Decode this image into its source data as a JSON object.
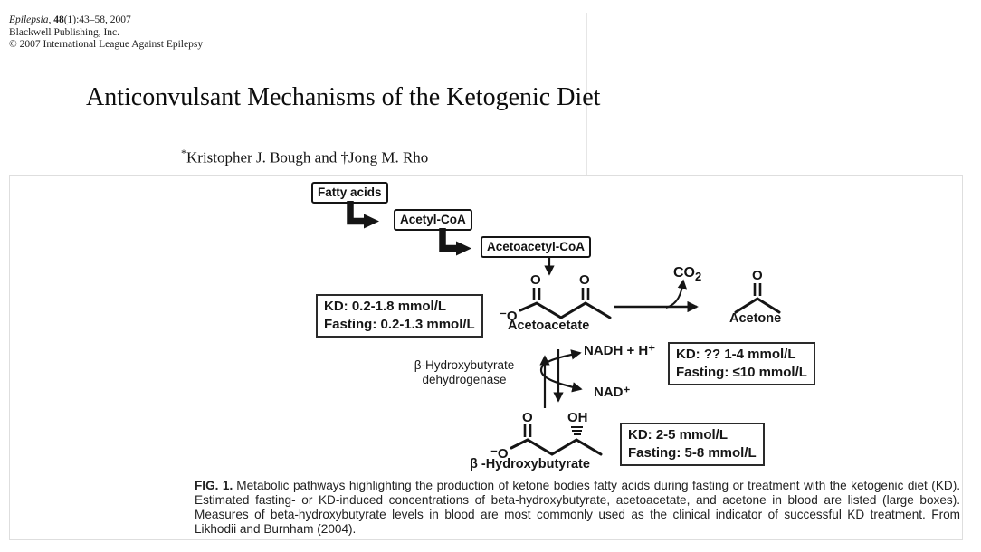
{
  "paper": {
    "journal_italic": "Epilepsia,",
    "journal_bold": " 48",
    "journal_rest": "(1):43–58, 2007",
    "publisher": "Blackwell Publishing, Inc.",
    "copyright": "© 2007 International League Against Epilepsy",
    "title": "Anticonvulsant Mechanisms of the Ketogenic Diet",
    "authors_marker": "*",
    "authors": "Kristopher J. Bough and †Jong M. Rho"
  },
  "figure": {
    "pathway_nodes": {
      "fatty_acids": "Fatty acids",
      "acetyl_coa": "Acetyl-CoA",
      "acetoacetyl_coa": "Acetoacetyl-CoA"
    },
    "molecules": {
      "acetoacetate": "Acetoacetate",
      "acetone": "Acetone",
      "beta_hydroxybutyrate": "β -Hydroxybutyrate",
      "co2_base": "CO",
      "co2_sub": "2"
    },
    "atoms": {
      "o_minus": "⁻O",
      "o": "O",
      "oh": "OH"
    },
    "enzyme_line1": "β-Hydroxybutyrate",
    "enzyme_line2": "dehydrogenase",
    "cofactors": {
      "nadh": "NADH + H⁺",
      "nad": "NAD⁺"
    },
    "concentration_boxes": {
      "acetoacetate": {
        "kd": "KD: 0.2-1.8 mmol/L",
        "fasting": "Fasting: 0.2-1.3 mmol/L"
      },
      "acetone": {
        "kd": "KD: ?? 1-4 mmol/L",
        "fasting": "Fasting: ≤10 mmol/L"
      },
      "beta_hydroxybutyrate": {
        "kd": "KD: 2-5 mmol/L",
        "fasting": "Fasting: 5-8 mmol/L"
      }
    },
    "caption_label": "FIG. 1.",
    "caption_text": "Metabolic pathways highlighting the production of ketone bodies fatty acids during fasting or treatment with the ketogenic diet (KD). Estimated fasting- or KD-induced concentrations of beta-hydroxybutyrate, acetoacetate, and acetone in blood are listed (large boxes). Measures of beta-hydroxybutyrate levels in blood are most commonly used as the clinical indicator of successful KD treatment. From Likhodii and Burnham (2004)."
  }
}
